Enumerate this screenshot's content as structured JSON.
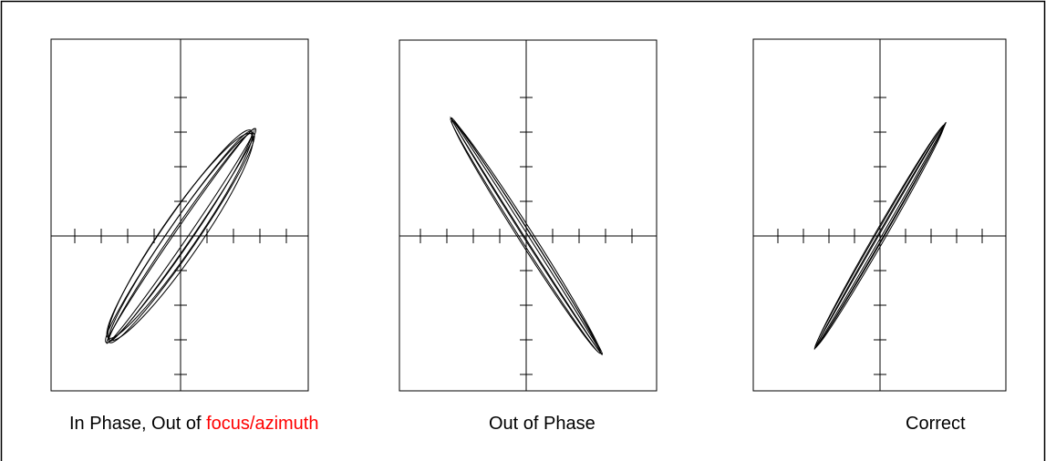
{
  "figure": {
    "panels": [
      {
        "id": "in-phase",
        "caption_text": "In Phase, Out of ",
        "caption_accent": "focus/azimuth",
        "shape": "fat-ellipse-bundle",
        "slope": "positive",
        "loop_count": 6
      },
      {
        "id": "out-of-phase",
        "caption_text": "Out of Phase",
        "caption_accent": "",
        "shape": "thin-ellipse-bundle",
        "slope": "negative",
        "loop_count": 4
      },
      {
        "id": "correct",
        "caption_text": "Correct",
        "caption_accent": "",
        "shape": "very-thin-ellipse-bundle",
        "slope": "positive",
        "loop_count": 4
      }
    ],
    "colors": {
      "line": "#000000",
      "accent": "#ff0000",
      "background": "#ffffff"
    }
  }
}
